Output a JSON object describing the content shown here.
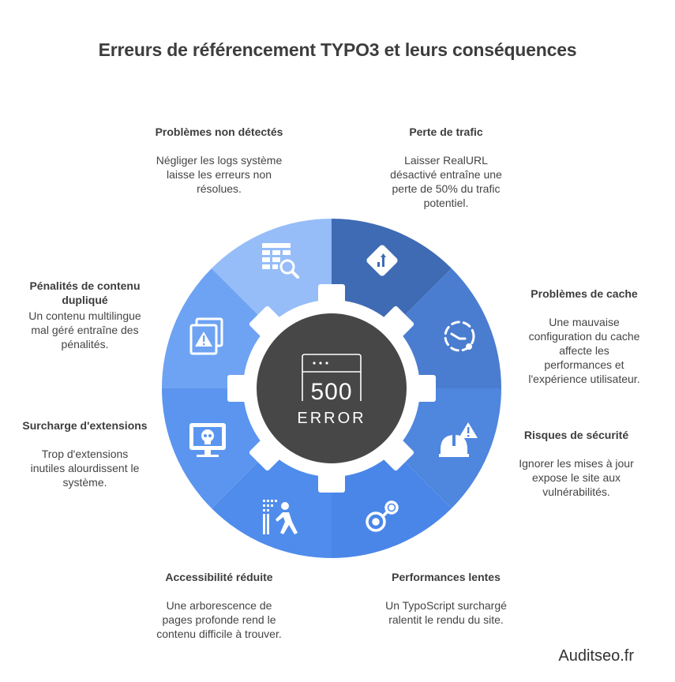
{
  "title": "Erreurs de référencement TYPO3 et leurs conséquences",
  "center": {
    "code": "500",
    "label": "ERROR",
    "color": "#474747"
  },
  "segments": [
    {
      "id": "perte-trafic",
      "title": "Perte de trafic",
      "description": "Laisser RealURL désactivé entraîne une perte de 50% du trafic potentiel.",
      "color": "#3f6bb4",
      "icon": "diamond-chart-icon"
    },
    {
      "id": "cache",
      "title": "Problèmes de cache",
      "description": "Une mauvaise configuration du cache affecte les performances et l'expérience utilisateur.",
      "color": "#4a7dd0",
      "icon": "cache-timer-icon"
    },
    {
      "id": "securite",
      "title": "Risques de sécurité",
      "description": "Ignorer les mises à jour expose le site aux vulnérabilités.",
      "color": "#4f86de",
      "icon": "warning-helmet-icon"
    },
    {
      "id": "performances",
      "title": "Performances lentes",
      "description": "Un TypoScript surchargé ralentit le rendu du site.",
      "color": "#4a86e8",
      "icon": "slow-gears-icon"
    },
    {
      "id": "accessibilite",
      "title": "Accessibilité réduite",
      "description": "Une arborescence de pages profonde rend le contenu difficile à trouver.",
      "color": "#4f8cec",
      "icon": "walking-person-icon"
    },
    {
      "id": "extensions",
      "title": "Surcharge d'extensions",
      "description": "Trop d'extensions inutiles alourdissent le système.",
      "color": "#5b95ef",
      "icon": "monitor-skull-icon"
    },
    {
      "id": "duplique",
      "title": "Pénalités de contenu dupliqué",
      "description": "Un contenu multilingue mal géré entraîne des pénalités.",
      "color": "#6ea3f3",
      "icon": "duplicate-warning-icon"
    },
    {
      "id": "non-detectes",
      "title": "Problèmes non détectés",
      "description": "Négliger les logs système laisse les erreurs non résolues.",
      "color": "#96bdf8",
      "icon": "table-search-icon"
    }
  ],
  "labels": {
    "perte_trafic": {
      "title": "Perte de trafic",
      "l1": "Laisser RealURL",
      "l2": "désactivé entraîne une",
      "l3": "perte de 50% du trafic",
      "l4": "potentiel."
    },
    "cache": {
      "title": "Problèmes de cache",
      "l1": "Une mauvaise",
      "l2": "configuration du cache",
      "l3": "affecte les",
      "l4": "performances et",
      "l5": "l'expérience utilisateur."
    },
    "securite": {
      "title": "Risques de sécurité",
      "l1": "Ignorer les mises à jour",
      "l2": "expose le site aux",
      "l3": "vulnérabilités."
    },
    "performances": {
      "title": "Performances lentes",
      "l1": "Un TypoScript surchargé",
      "l2": "ralentit le rendu du site."
    },
    "accessibilite": {
      "title": "Accessibilité réduite",
      "l1": "Une arborescence de",
      "l2": "pages profonde rend le",
      "l3": "contenu difficile à trouver."
    },
    "extensions": {
      "title": "Surcharge d'extensions",
      "l1": "Trop d'extensions",
      "l2": "inutiles alourdissent le",
      "l3": "système."
    },
    "duplique": {
      "title1": "Pénalités de contenu",
      "title2": "dupliqué",
      "l1": "Un contenu multilingue",
      "l2": "mal géré entraîne des",
      "l3": "pénalités."
    },
    "non_detectes": {
      "title": "Problèmes non détectés",
      "l1": "Négliger les logs système",
      "l2": "laisse les erreurs non",
      "l3": "résolues."
    }
  },
  "footer": "Auditseo.fr"
}
